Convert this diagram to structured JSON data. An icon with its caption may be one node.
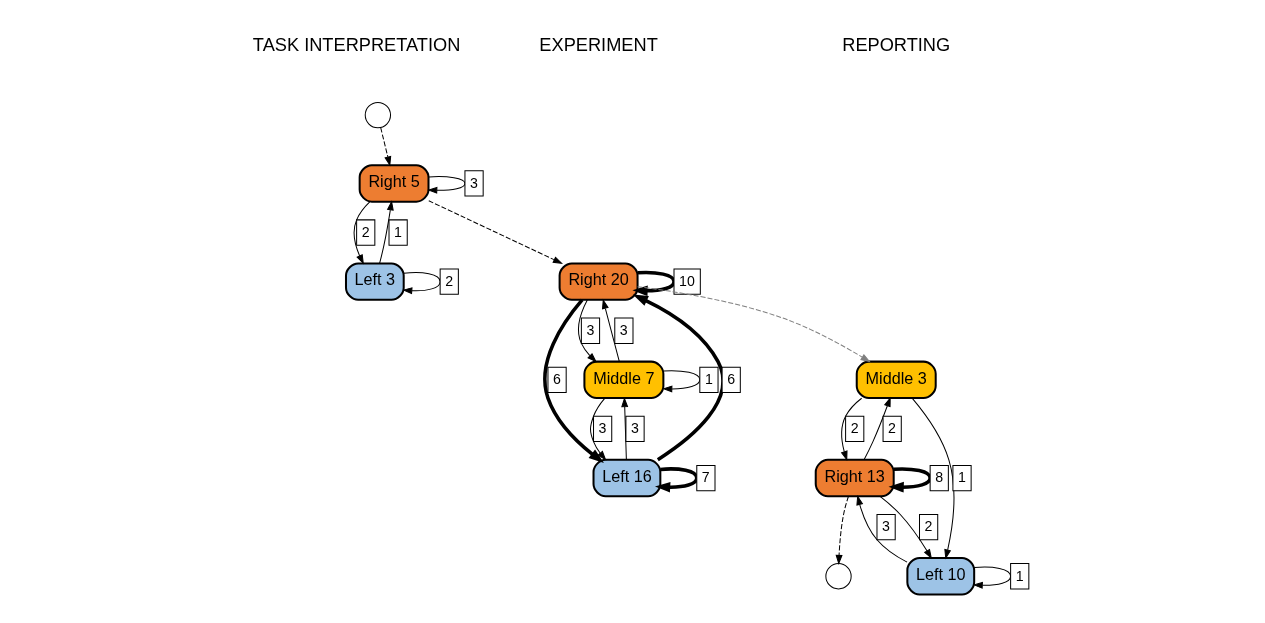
{
  "diagram": {
    "nodes": [
      {
        "text": [],
        "shape": "circle"
      },
      {
        "text": [
          "Right 5"
        ]
      },
      {
        "text": [
          "Left 3"
        ]
      },
      {
        "text": [
          "Right 20"
        ]
      },
      {
        "text": [
          "Middle 7"
        ]
      },
      {
        "text": [
          "Left 16"
        ]
      },
      {
        "text": [
          "Middle 3"
        ]
      },
      {
        "text": [
          "Right 13"
        ]
      },
      {
        "text": [
          "Left 10"
        ]
      },
      {
        "text": [],
        "shape": "circle"
      }
    ],
    "edges": [
      {
        "from": 0,
        "to": 1,
        "arrow": "to",
        "style": "dashed"
      },
      {
        "from": 1,
        "to": 1,
        "arrow": "to",
        "label": "3"
      },
      {
        "from": 2,
        "to": 2,
        "arrow": "to",
        "label": "2"
      },
      {
        "from": 2,
        "to": 1,
        "arrow": "to",
        "label": "1"
      },
      {
        "from": 1,
        "to": 2,
        "arrow": "to",
        "label": "2"
      },
      {
        "from": 1,
        "to": 3,
        "arrow": "to",
        "style": "dashed"
      },
      {
        "from": 3,
        "to": 3,
        "arrow": "to",
        "label": "10",
        "style": "thick"
      },
      {
        "from": 3,
        "to": 6,
        "arrow": "to",
        "style": "dashed",
        "color": "#7f7f7f"
      },
      {
        "from": 4,
        "to": 4,
        "arrow": "to",
        "label": "1"
      },
      {
        "from": 4,
        "to": 3,
        "arrow": "to",
        "label": "3"
      },
      {
        "from": 3,
        "to": 4,
        "arrow": "to",
        "label": "3"
      },
      {
        "from": 3,
        "to": 5,
        "arrow": "to",
        "label": "6",
        "style": "thick"
      },
      {
        "from": 5,
        "to": 3,
        "arrow": "to",
        "label": "6",
        "style": "thick"
      },
      {
        "from": 5,
        "to": 5,
        "arrow": "to",
        "label": "7",
        "style": "thick"
      },
      {
        "from": 4,
        "to": 5,
        "arrow": "to",
        "label": "3"
      },
      {
        "from": 5,
        "to": 4,
        "arrow": "to",
        "label": "3"
      },
      {
        "from": 7,
        "to": 6,
        "arrow": "to",
        "label": "2"
      },
      {
        "from": 6,
        "to": 7,
        "arrow": "to",
        "label": "2"
      },
      {
        "from": 7,
        "to": 7,
        "arrow": "to",
        "label": "8",
        "style": "thick"
      },
      {
        "from": 6,
        "to": 8,
        "arrow": "to",
        "label": "1"
      },
      {
        "from": 8,
        "to": 8,
        "arrow": "to",
        "label": "1"
      },
      {
        "from": 8,
        "to": 7,
        "arrow": "to",
        "label": "3"
      },
      {
        "from": 7,
        "to": 8,
        "arrow": "to",
        "label": "2"
      },
      {
        "from": 7,
        "to": 9,
        "arrow": "to",
        "style": "dashed"
      }
    ],
    "labels": [
      "TASK INTERPRETATION",
      "EXPERIMENT",
      "REPORTING"
    ]
  }
}
